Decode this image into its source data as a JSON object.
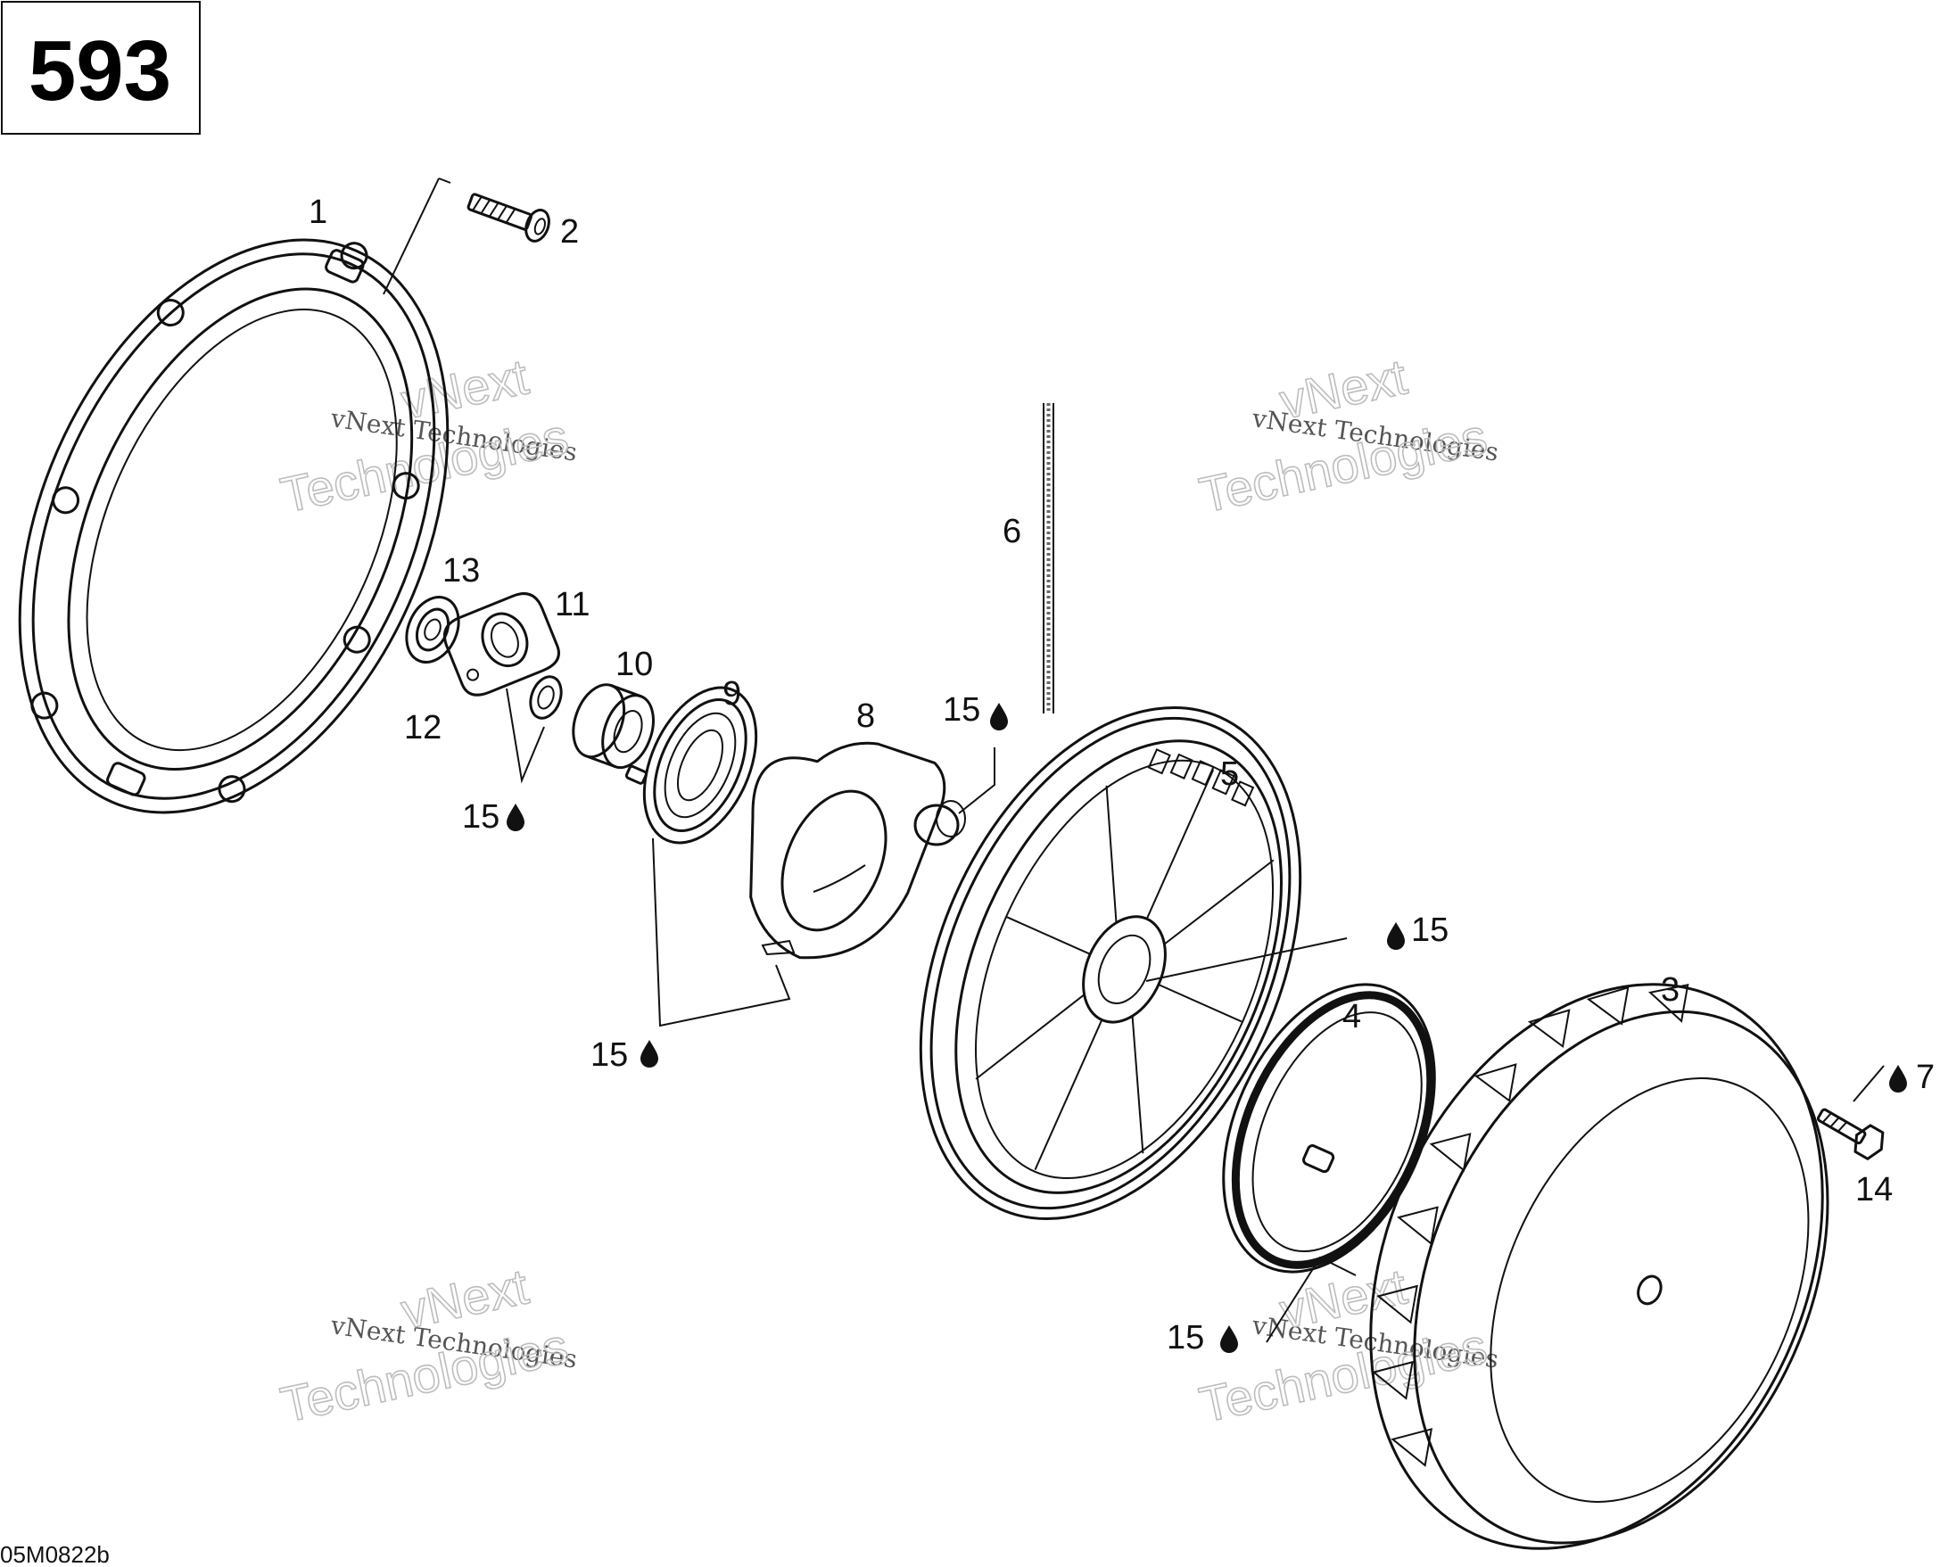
{
  "page_number": "593",
  "drawing_code": "05M0822b",
  "watermark": {
    "line1": "vNext Technologies",
    "line2": "vNext",
    "line3": "Technologies"
  },
  "callouts": {
    "c1": "1",
    "c2": "2",
    "c3": "3",
    "c4": "4",
    "c5": "5",
    "c6": "6",
    "c7": "7",
    "c8": "8",
    "c9": "9",
    "c10": "10",
    "c11": "11",
    "c12": "12",
    "c13": "13",
    "c14": "14",
    "c15a": "15",
    "c15b": "15",
    "c15c": "15",
    "c15d": "15",
    "c15e": "15"
  }
}
